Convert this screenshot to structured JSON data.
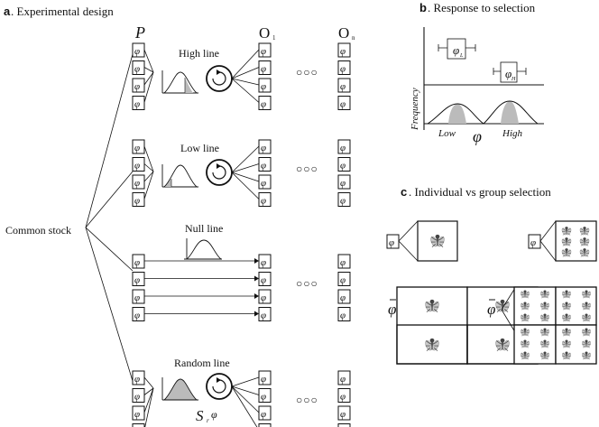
{
  "panel_a": {
    "letter": "a",
    "title": ". Experimental design",
    "stock_label": "Common stock",
    "col_p": "P",
    "col_o1": "O",
    "col_o1_sub": "1",
    "col_on": "O",
    "col_on_sub": "n",
    "cell_symbol": "φ",
    "ellipsis": "○○○",
    "lines": [
      {
        "label": "High line"
      },
      {
        "label": "Low line"
      },
      {
        "label": "Null line"
      },
      {
        "label": "Random line"
      }
    ],
    "random_marker_S": "S",
    "random_marker_sub": "r",
    "random_marker_phi": "φ"
  },
  "panel_b": {
    "letter": "b",
    "title": ". Response to selection",
    "ylabel": "Frequency",
    "low_label": "Low",
    "high_label": "High",
    "xsymbol": "φ",
    "box_low": "φ",
    "box_low_sub": "L",
    "box_high": "φ",
    "box_high_sub": "H"
  },
  "panel_c": {
    "letter": "c",
    "title": ". Individual vs group selection",
    "cell_symbol": "φ",
    "mean_symbol": "φ"
  }
}
